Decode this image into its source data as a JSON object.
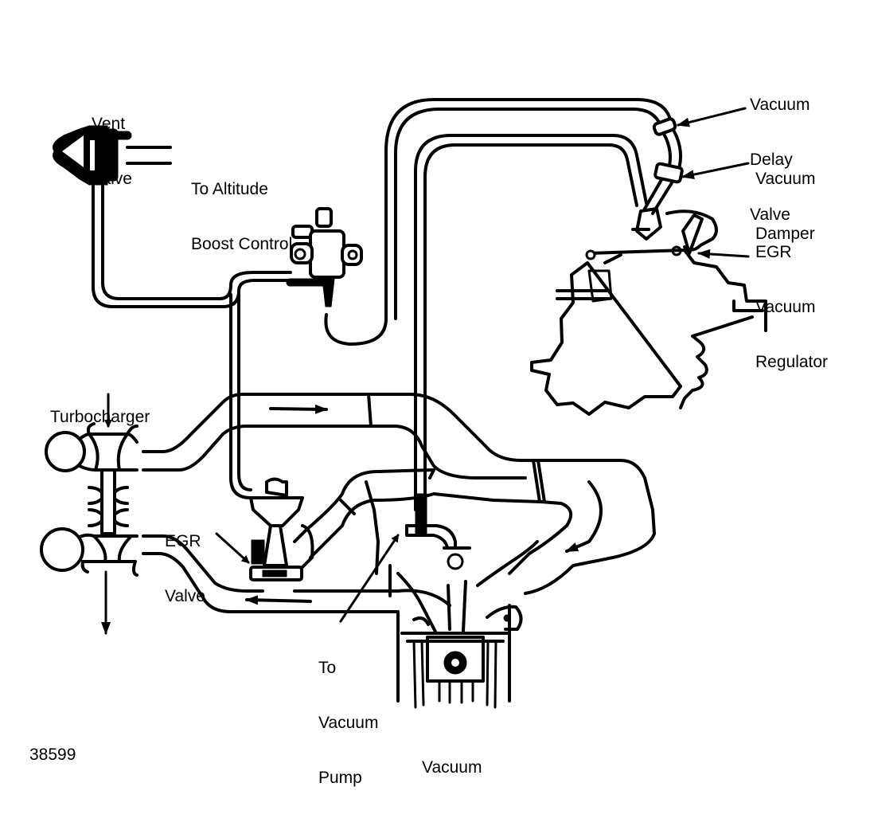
{
  "figure": {
    "id_number": "38599",
    "ink_color": "#000000",
    "background_color": "#ffffff"
  },
  "labels": {
    "vent_valve": [
      "Vent",
      "Valve"
    ],
    "altitude_boost": [
      "To Altitude",
      "Boost Control"
    ],
    "vacuum_delay_valve": [
      "Vacuum",
      "Delay",
      "Valve"
    ],
    "vacuum_damper": [
      "Vacuum",
      "Damper"
    ],
    "egr_vacuum_regulator": [
      "EGR",
      "Vacuum",
      "Regulator"
    ],
    "turbocharger": [
      "Turbocharger"
    ],
    "egr_valve": [
      "EGR",
      "Valve"
    ],
    "to_vacuum_pump": [
      "To",
      "Vacuum",
      "Pump"
    ],
    "vacuum": [
      "Vacuum"
    ]
  },
  "components": [
    {
      "name": "vent-valve-icon"
    },
    {
      "name": "solenoid-valve-icon"
    },
    {
      "name": "vacuum-delay-valve-icon"
    },
    {
      "name": "vacuum-damper-icon"
    },
    {
      "name": "egr-vacuum-regulator-icon"
    },
    {
      "name": "injection-pump-icon"
    },
    {
      "name": "turbocharger-icon"
    },
    {
      "name": "egr-valve-icon"
    },
    {
      "name": "intake-duct-icon"
    },
    {
      "name": "exhaust-duct-icon"
    },
    {
      "name": "engine-cylinder-icon"
    }
  ],
  "flow_arrows": [
    {
      "name": "intake-flow-arrow",
      "direction": "right"
    },
    {
      "name": "exhaust-flow-arrow",
      "direction": "left"
    },
    {
      "name": "manifold-flow-arrow",
      "direction": "down-left"
    },
    {
      "name": "turbo-inlet-arrow",
      "direction": "down"
    },
    {
      "name": "turbo-outlet-arrow",
      "direction": "down"
    }
  ]
}
